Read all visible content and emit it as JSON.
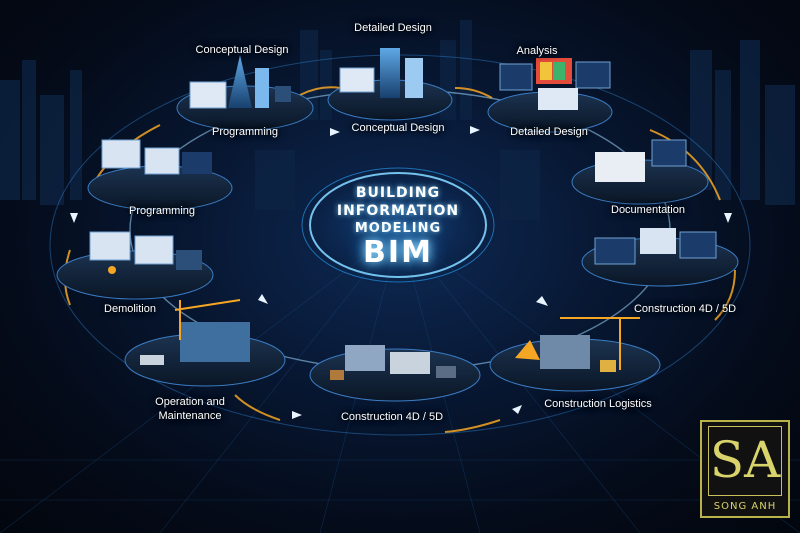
{
  "center": {
    "line1": "BUILDING",
    "line2": "INFORMATION",
    "line3": "MODELING",
    "line4": "BIM"
  },
  "labels": [
    "Conceptual Design",
    "Detailed Design",
    "Analysis",
    "Programming",
    "Conceptual Design",
    "Detailed Design",
    "Programming",
    "Documentation",
    "Demolition",
    "Construction 4D / 5D",
    "Operation and\nMaintenance",
    "Construction 4D / 5D",
    "Construction Logistics"
  ],
  "logo": {
    "monogram": "SA",
    "name": "SONG ANH"
  },
  "colors": {
    "glow": "#38b6ff",
    "accent": "#f5a623",
    "gold": "#c6c15a"
  }
}
